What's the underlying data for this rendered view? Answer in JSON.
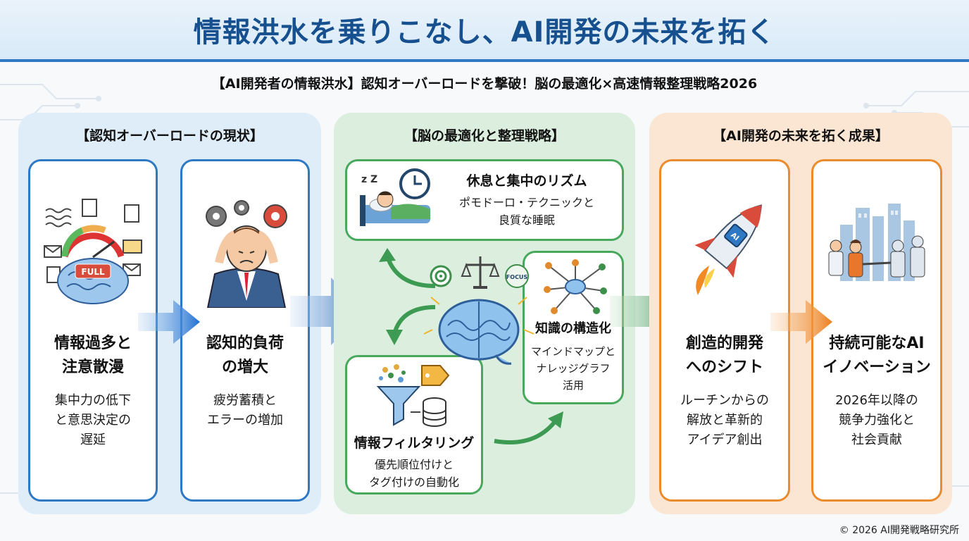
{
  "title": "情報洪水を乗りこなし、AI開発の未来を拓く",
  "subtitle": "【AI開発者の情報洪水】認知オーバーロードを撃破！脳の最適化×高速情報整理戦略2026",
  "panels": {
    "left": {
      "heading": "【認知オーバーロードの現状】",
      "cards": [
        {
          "title": "情報過多と\n注意散漫",
          "body": "集中力の低下\nと意思決定の\n遅延",
          "gauge_label": "FULL"
        },
        {
          "title": "認知的負荷\nの増大",
          "body": "疲労蓄積と\nエラーの増加"
        }
      ]
    },
    "middle": {
      "heading": "【脳の最適化と整理戦略】",
      "cards": [
        {
          "title": "休息と集中のリズム",
          "body": "ポモドーロ・テクニックと\n良質な睡眠"
        },
        {
          "title": "知識の構造化",
          "body": "マインドマップと\nナレッジグラフ\n活用"
        },
        {
          "title": "情報フィルタリング",
          "body": "優先順位付けと\nタグ付けの自動化"
        }
      ],
      "focus_label": "FOCUS",
      "sleep_label": "z Z"
    },
    "right": {
      "heading": "【AI開発の未来を拓く成果】",
      "cards": [
        {
          "title": "創造的開発\nへのシフト",
          "body": "ルーチンからの\n解放と革新的\nアイデア創出",
          "chip_label": "AI"
        },
        {
          "title": "持続可能なAI\nイノベーション",
          "body": "2026年以降の\n競争力強化と\n社会貢献"
        }
      ]
    }
  },
  "footer": "© 2026 AI開発戦略研究所",
  "colors": {
    "title_text": "#16508f",
    "accent_blue": "#2f78c4",
    "accent_green": "#48a85b",
    "accent_orange": "#ec8b2c",
    "panel_blue": "#dfedf9",
    "panel_green": "#dcefdf",
    "panel_orange": "#fbe6d3"
  },
  "icons": [
    "overload-brain-icon",
    "stressed-person-icon",
    "sleep-clock-icon",
    "focus-brain-icon",
    "knowledge-network-icon",
    "filter-funnel-icon",
    "rocket-icon",
    "ai-city-icon"
  ]
}
